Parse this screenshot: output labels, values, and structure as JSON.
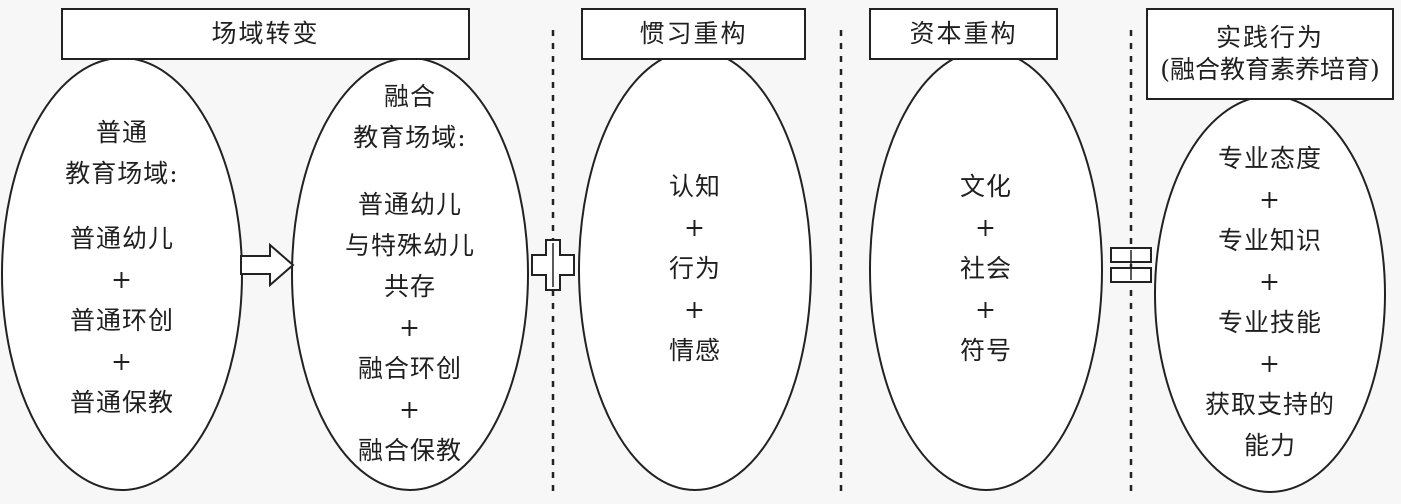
{
  "headers": {
    "field_change": "场域转变",
    "habitus": "惯习重构",
    "capital": "资本重构",
    "practice": "实践行为",
    "practice_sub": "(融合教育素养培育)"
  },
  "ellipses": {
    "general": [
      "普通",
      "教育场域:",
      "",
      "普通幼儿",
      "+",
      "普通环创",
      "+",
      "普通保教"
    ],
    "inclusive": [
      "融合",
      "教育场域:",
      "",
      "普通幼儿",
      "与特殊幼儿",
      "共存",
      "+",
      "融合环创",
      "+",
      "融合保教"
    ],
    "habitus": [
      "认知",
      "+",
      "行为",
      "+",
      "情感"
    ],
    "capital": [
      "文化",
      "+",
      "社会",
      "+",
      "符号"
    ],
    "practice": [
      "专业态度",
      "+",
      "专业知识",
      "+",
      "专业技能",
      "+",
      "获取支持的",
      "能力"
    ]
  },
  "connectors": {
    "arrow": "arrow-right-icon",
    "plus": "plus-icon",
    "equals": "equals-icon"
  }
}
